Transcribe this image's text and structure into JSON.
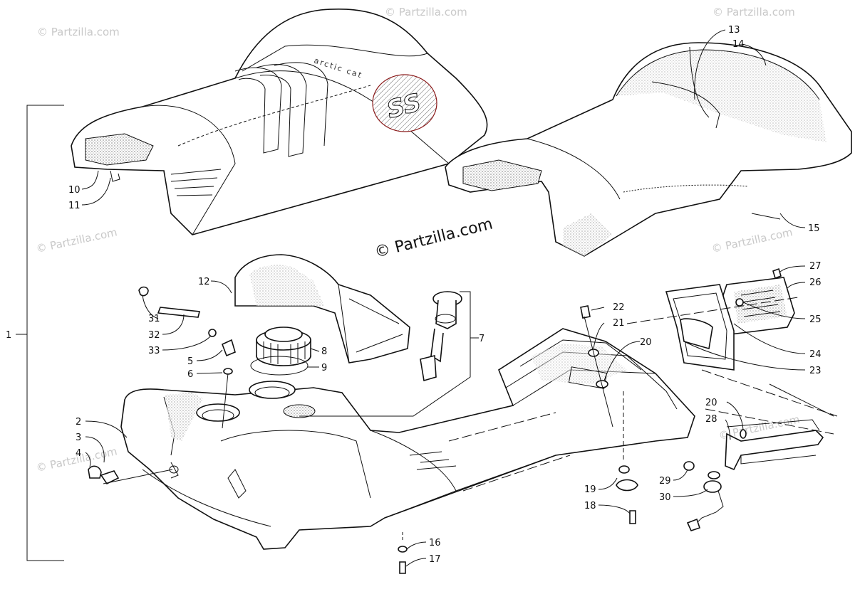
{
  "watermarks": {
    "main": "© Partzilla.com",
    "faint": "© Partzilla.com"
  },
  "seat_logo": {
    "badge": "SS",
    "brand": "arctic cat"
  },
  "callouts": [
    "1",
    "2",
    "3",
    "4",
    "5",
    "6",
    "7",
    "8",
    "9",
    "10",
    "11",
    "12",
    "13",
    "14",
    "15",
    "16",
    "17",
    "18",
    "19",
    "20",
    "21",
    "22",
    "23",
    "24",
    "25",
    "26",
    "27",
    "28",
    "29",
    "30",
    "31",
    "32",
    "33"
  ],
  "colors": {
    "line": "#111111",
    "background": "#ffffff",
    "watermark": "#c9c9c9",
    "logo_red": "#8b1a1a"
  }
}
